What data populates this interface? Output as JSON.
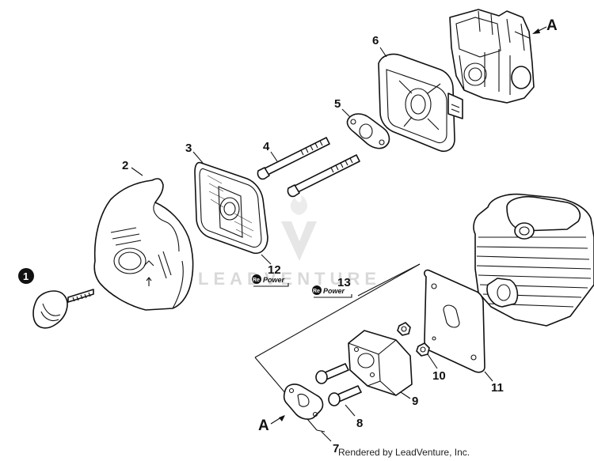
{
  "watermark": {
    "brand": "LEADVENTURE"
  },
  "footer": {
    "text": "Rendered by LeadVenture, Inc."
  },
  "badges": {
    "re": "Re",
    "power": "Power"
  },
  "reference": {
    "a": "A"
  },
  "callouts": {
    "c1": "1",
    "c2": "2",
    "c3": "3",
    "c4": "4",
    "c5": "5",
    "c6": "6",
    "c7": "7",
    "c8": "8",
    "c9": "9",
    "c10": "10",
    "c11": "11",
    "c12": "12",
    "c13": "13"
  }
}
